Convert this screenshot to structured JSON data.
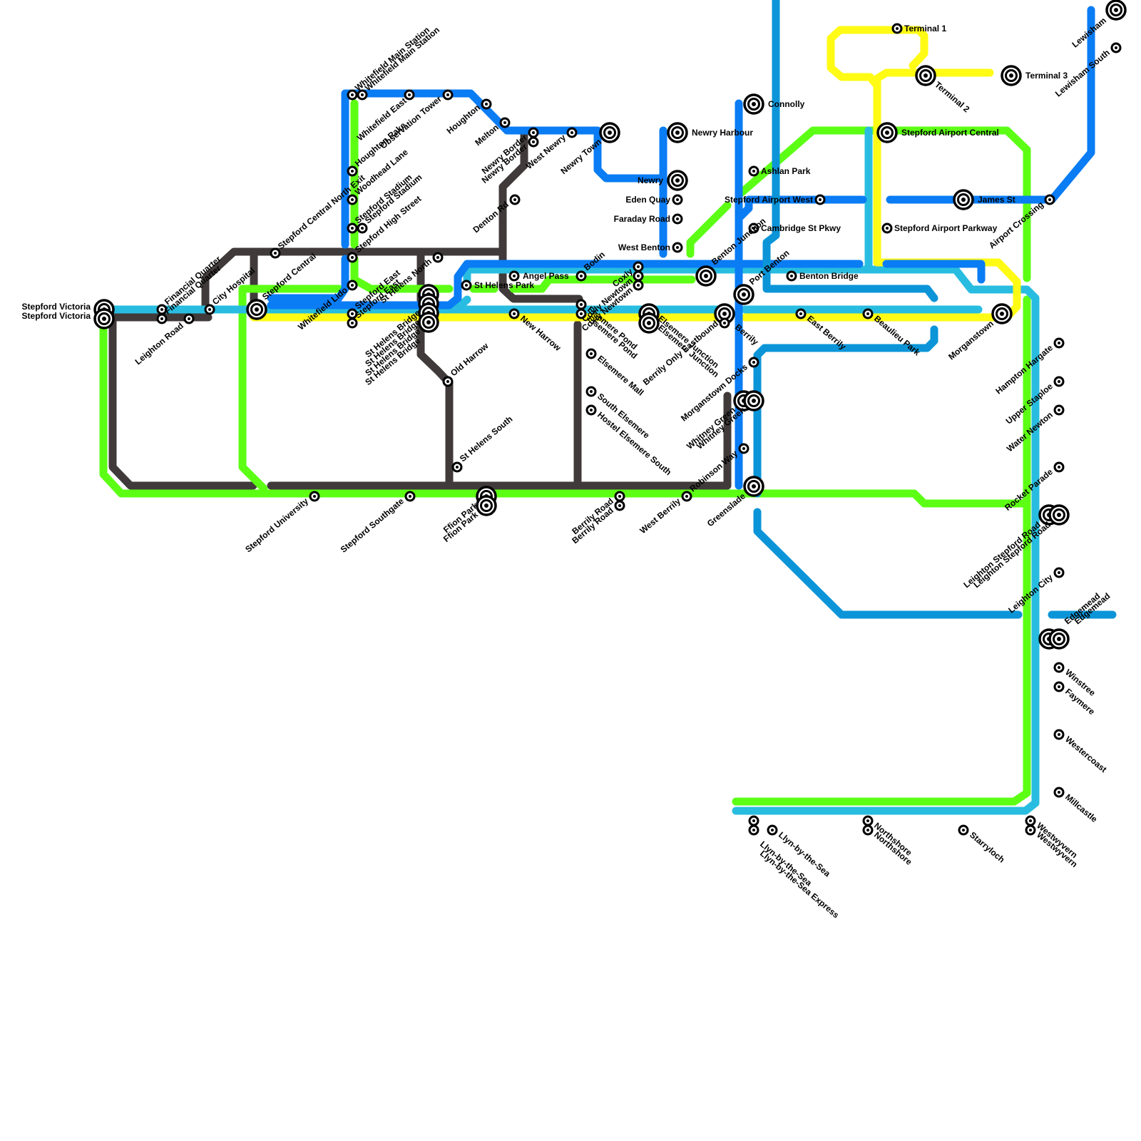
{
  "colors": {
    "blue": "#0a7cf4",
    "cyan": "#28bde0",
    "green": "#5cff14",
    "yellow": "#fffb14",
    "dark": "#403a3a",
    "deep_blue": "#0b95d8"
  },
  "lines": [
    {
      "id": "dark-line",
      "color": "dark"
    },
    {
      "id": "green-line",
      "color": "green"
    },
    {
      "id": "cyan-line",
      "color": "cyan"
    },
    {
      "id": "yellow-line",
      "color": "yellow"
    },
    {
      "id": "blue-line",
      "color": "blue"
    },
    {
      "id": "deep-blue-line",
      "color": "deep_blue"
    }
  ],
  "stations": [
    {
      "id": "stepford-victoria",
      "label": "Stepford Victoria",
      "interchange": true
    },
    {
      "id": "financial-quarter",
      "label": "Financial Quarter",
      "interchange": false
    },
    {
      "id": "leighton-road",
      "label": "Leighton Road",
      "interchange": false
    },
    {
      "id": "city-hospital",
      "label": "City Hospital",
      "interchange": false
    },
    {
      "id": "stepford-central",
      "label": "Stepford Central",
      "interchange": true
    },
    {
      "id": "stepford-central-north-exit",
      "label": "Stepford Central North Exit",
      "interchange": false
    },
    {
      "id": "whitefield-main-station",
      "label": "Whitefield Main Station",
      "interchange": false
    },
    {
      "id": "whitefield-east",
      "label": "Whitefield East",
      "interchange": false
    },
    {
      "id": "houghton-rake",
      "label": "Houghton Rake",
      "interchange": false
    },
    {
      "id": "woodhead-lane",
      "label": "Woodhead Lane",
      "interchange": false
    },
    {
      "id": "stepford-stadium",
      "label": "Stepford Stadium",
      "interchange": false
    },
    {
      "id": "stepford-high-street",
      "label": "Stepford High Street",
      "interchange": false
    },
    {
      "id": "whitefield-lido",
      "label": "Whitefield Lido",
      "interchange": false
    },
    {
      "id": "stepford-east",
      "label": "Stepford East",
      "interchange": false
    },
    {
      "id": "observation-tower",
      "label": "Observation Tower",
      "interchange": false
    },
    {
      "id": "houghton",
      "label": "Houghton",
      "interchange": false
    },
    {
      "id": "melton",
      "label": "Melton",
      "interchange": false
    },
    {
      "id": "newry-border",
      "label": "Newry Border",
      "interchange": false
    },
    {
      "id": "west-newry",
      "label": "West Newry",
      "interchange": false
    },
    {
      "id": "newry-town",
      "label": "Newry Town",
      "interchange": true
    },
    {
      "id": "denton-rd",
      "label": "Denton Rd",
      "interchange": false
    },
    {
      "id": "st-helens-north",
      "label": "St Helens North",
      "interchange": false
    },
    {
      "id": "st-helens-bridge",
      "label": "St Helens Bridge",
      "interchange": true
    },
    {
      "id": "st-helens-park",
      "label": "St Helens Park",
      "interchange": false
    },
    {
      "id": "old-harrow",
      "label": "Old Harrow",
      "interchange": false
    },
    {
      "id": "st-helens-south",
      "label": "St Helens South",
      "interchange": false
    },
    {
      "id": "angel-pass",
      "label": "Angel Pass",
      "interchange": false
    },
    {
      "id": "new-harrow",
      "label": "New Harrow",
      "interchange": false
    },
    {
      "id": "bodin",
      "label": "Bodin",
      "interchange": false
    },
    {
      "id": "elsemere-pond",
      "label": "Elsemere Pond",
      "interchange": false
    },
    {
      "id": "elsemere-mall",
      "label": "Elsemere Mall",
      "interchange": false
    },
    {
      "id": "south-elsemere",
      "label": "South Elsemere",
      "interchange": false
    },
    {
      "id": "hostel-elsemere-south",
      "label": "Hostel Elsemere South",
      "interchange": false
    },
    {
      "id": "coxly",
      "label": "Coxly",
      "interchange": false
    },
    {
      "id": "coxly-newtown",
      "label": "Coxly Newtown",
      "interchange": false
    },
    {
      "id": "elsemere-junction",
      "label": "Elsemere Junction",
      "interchange": true
    },
    {
      "id": "newry-harbour",
      "label": "Newry Harbour",
      "interchange": true
    },
    {
      "id": "newry",
      "label": "Newry",
      "interchange": true
    },
    {
      "id": "eden-quay",
      "label": "Eden Quay",
      "interchange": false
    },
    {
      "id": "faraday-road",
      "label": "Faraday Road",
      "interchange": false
    },
    {
      "id": "west-benton",
      "label": "West Benton",
      "interchange": false
    },
    {
      "id": "benton-junction",
      "label": "Benton Junction",
      "interchange": true
    },
    {
      "id": "berrily-only-eastbound",
      "label": "Berrily Only Eastbound",
      "interchange": true
    },
    {
      "id": "berrily",
      "label": "Berrily",
      "interchange": false
    },
    {
      "id": "port-benton",
      "label": "Port Benton",
      "interchange": true
    },
    {
      "id": "connolly",
      "label": "Connolly",
      "interchange": true
    },
    {
      "id": "ashlan-park",
      "label": "Ashlan Park",
      "interchange": false
    },
    {
      "id": "stepford-airport-west",
      "label": "Stepford Airport West",
      "interchange": false
    },
    {
      "id": "cambridge-st-pkwy",
      "label": "Cambridge St Pkwy",
      "interchange": false
    },
    {
      "id": "benton-bridge",
      "label": "Benton Bridge",
      "interchange": false
    },
    {
      "id": "east-berrily",
      "label": "East Berrily",
      "interchange": false
    },
    {
      "id": "beaulieu-park",
      "label": "Beaulieu Park",
      "interchange": false
    },
    {
      "id": "morganstown-docks",
      "label": "Morganstown Docks",
      "interchange": false
    },
    {
      "id": "whitney-green",
      "label": "Whitney Green",
      "interchange": true
    },
    {
      "id": "robinson-way",
      "label": "Robinson Way",
      "interchange": false
    },
    {
      "id": "greenslade",
      "label": "Greenslade",
      "interchange": true
    },
    {
      "id": "west-berrily",
      "label": "West Berrily",
      "interchange": false
    },
    {
      "id": "berrily-road",
      "label": "Berrily Road",
      "interchange": false
    },
    {
      "id": "ffion-park",
      "label": "Ffion Park",
      "interchange": true
    },
    {
      "id": "stepford-southgate",
      "label": "Stepford Southgate",
      "interchange": false
    },
    {
      "id": "stepford-university",
      "label": "Stepford University",
      "interchange": false
    },
    {
      "id": "terminal-1",
      "label": "Terminal 1",
      "interchange": false
    },
    {
      "id": "terminal-2",
      "label": "Terminal 2",
      "interchange": true
    },
    {
      "id": "terminal-3",
      "label": "Terminal 3",
      "interchange": true
    },
    {
      "id": "stepford-airport-central",
      "label": "Stepford Airport Central",
      "interchange": true
    },
    {
      "id": "stepford-airport-parkway",
      "label": "Stepford Airport Parkway",
      "interchange": false
    },
    {
      "id": "james-st",
      "label": "James St",
      "interchange": true
    },
    {
      "id": "airport-crossing",
      "label": "Airport Crossing",
      "interchange": false
    },
    {
      "id": "lewisham",
      "label": "Lewisham",
      "interchange": true
    },
    {
      "id": "lewisham-south",
      "label": "Lewisham South",
      "interchange": false
    },
    {
      "id": "morganstown",
      "label": "Morganstown",
      "interchange": true
    },
    {
      "id": "hampton-hargate",
      "label": "Hampton Hargate",
      "interchange": false
    },
    {
      "id": "upper-staploe",
      "label": "Upper Staploe",
      "interchange": false
    },
    {
      "id": "water-newton",
      "label": "Water Newton",
      "interchange": false
    },
    {
      "id": "rocket-parade",
      "label": "Rocket Parade",
      "interchange": false
    },
    {
      "id": "leighton-stepford-road",
      "label": "Leighton Stepford Road",
      "interchange": true
    },
    {
      "id": "leighton-city",
      "label": "Leighton City",
      "interchange": false
    },
    {
      "id": "edgemead",
      "label": "Edgemead",
      "interchange": true
    },
    {
      "id": "winstree",
      "label": "Winstree",
      "interchange": false
    },
    {
      "id": "faymere",
      "label": "Faymere",
      "interchange": false
    },
    {
      "id": "westercoast",
      "label": "Westercoast",
      "interchange": false
    },
    {
      "id": "millcastle",
      "label": "Millcastle",
      "interchange": false
    },
    {
      "id": "westwyvern",
      "label": "Westwyvern",
      "interchange": false
    },
    {
      "id": "starryloch",
      "label": "Starryloch",
      "interchange": false
    },
    {
      "id": "northshore",
      "label": "Northshore",
      "interchange": false
    },
    {
      "id": "llyn-by-the-sea",
      "label": "Llyn-by-the-Sea",
      "interchange": false
    },
    {
      "id": "llyn-by-the-sea-express",
      "label": "Llyn-by-the-Sea Express",
      "interchange": false
    }
  ]
}
